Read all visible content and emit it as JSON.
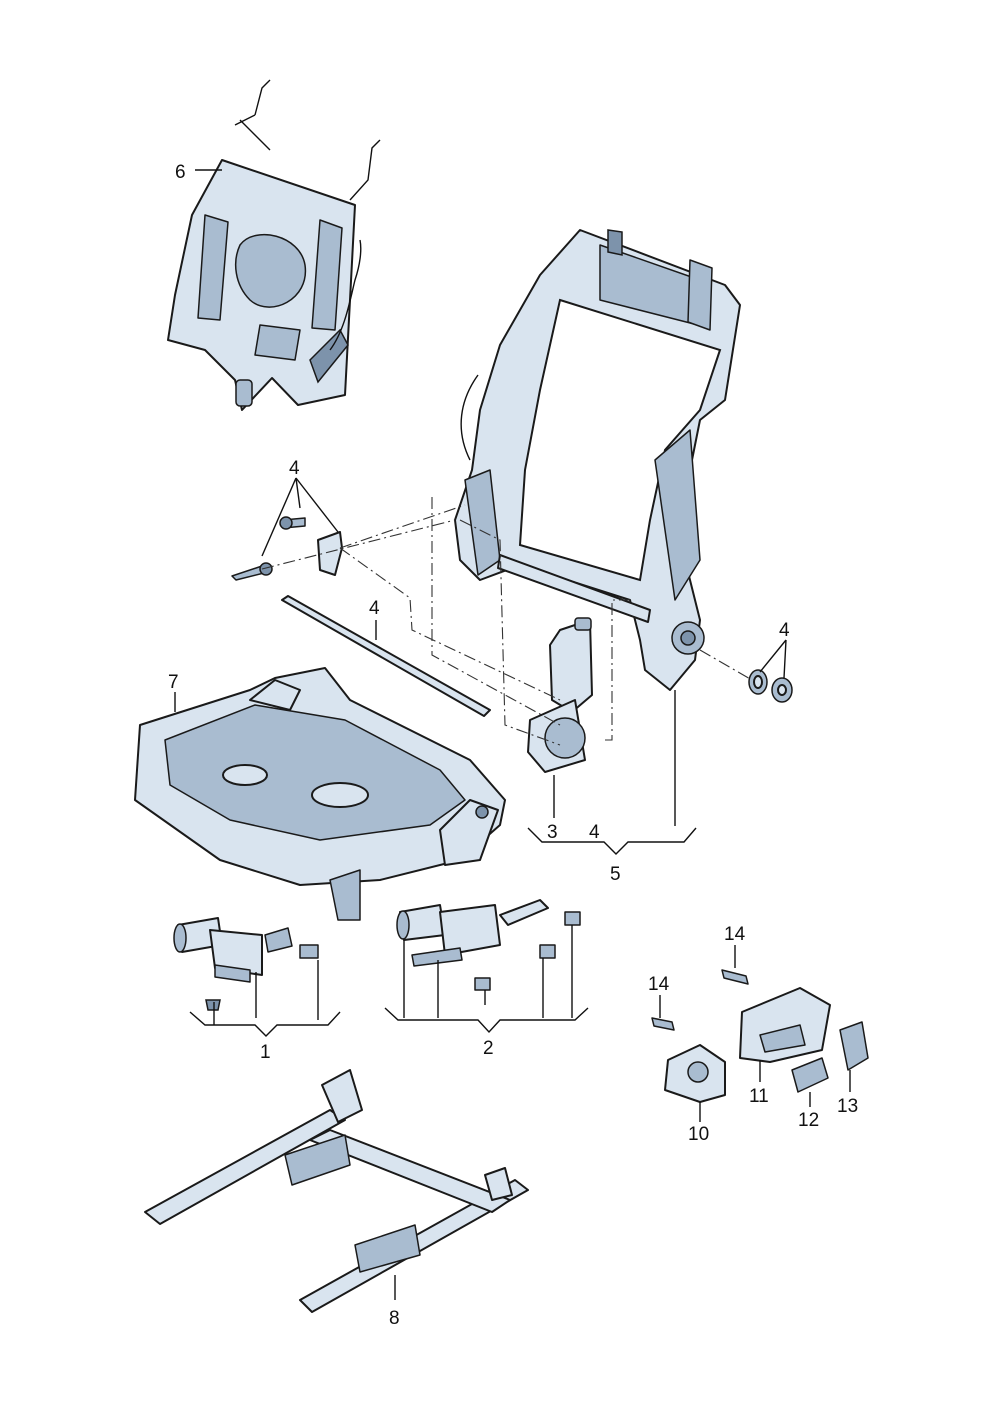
{
  "callouts": {
    "c6": "6",
    "c4_top": "4",
    "c4_rod": "4",
    "c4_right": "4",
    "c7": "7",
    "c3": "3",
    "c4_group": "4",
    "c5": "5",
    "c1": "1",
    "c2": "2",
    "c14_a": "14",
    "c14_b": "14",
    "c11": "11",
    "c12": "12",
    "c13": "13",
    "c10": "10",
    "c8": "8"
  }
}
